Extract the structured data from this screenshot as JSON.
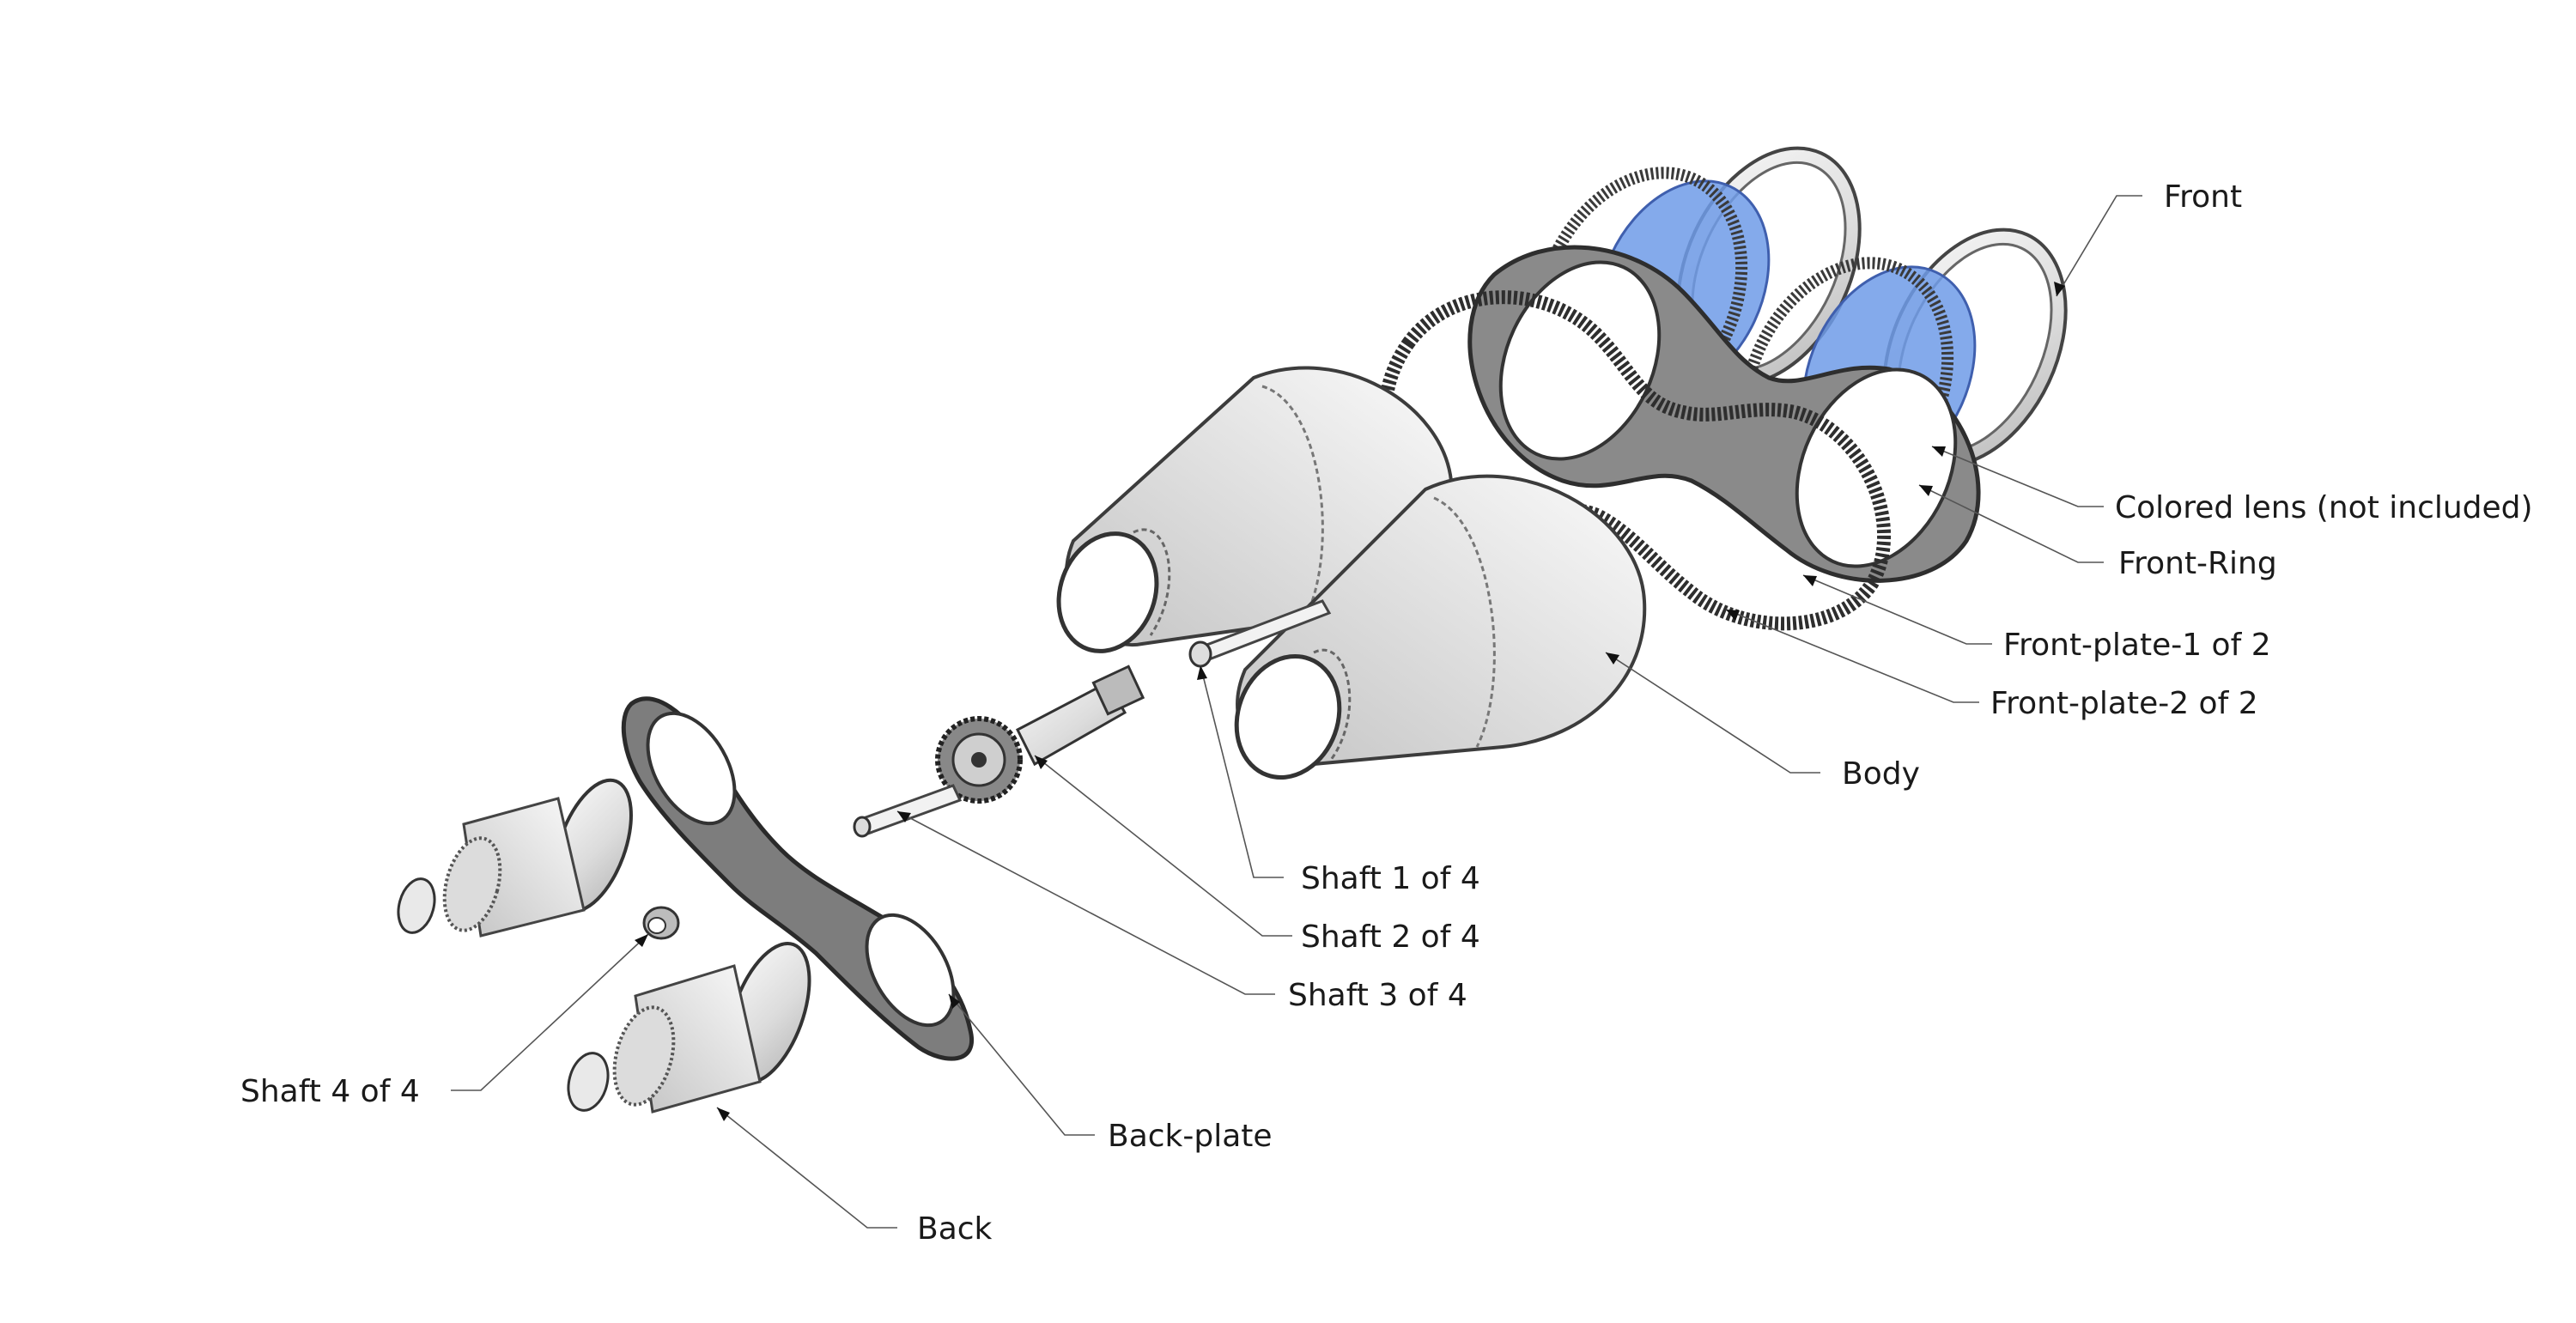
{
  "labels": {
    "front": "Front",
    "colored_lens": "Colored lens (not included)",
    "front_ring": "Front-Ring",
    "front_plate_1": "Front-plate-1 of 2",
    "front_plate_2": "Front-plate-2 of 2",
    "body": "Body",
    "shaft_1": "Shaft 1 of 4",
    "shaft_2": "Shaft 2 of 4",
    "shaft_3": "Shaft 3 of 4",
    "shaft_4": "Shaft 4 of 4",
    "back_plate": "Back-plate",
    "back": "Back"
  },
  "colors": {
    "lens": "#6f9be8",
    "metal": "#e6e6e6",
    "dark": "#555555"
  }
}
